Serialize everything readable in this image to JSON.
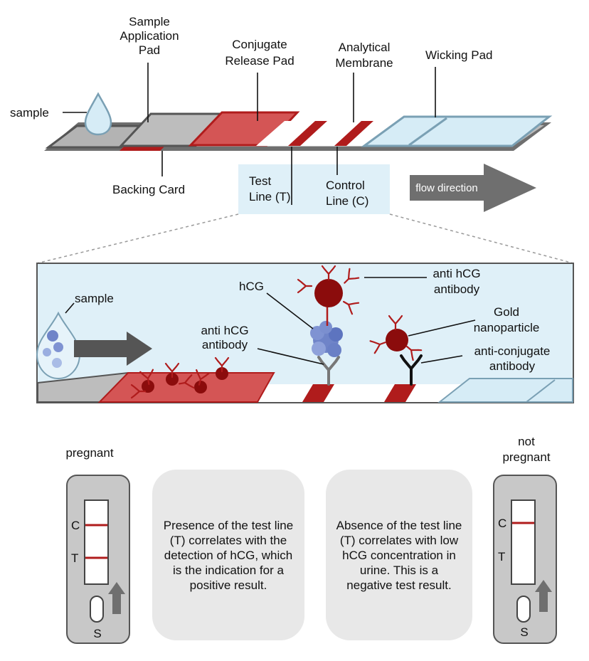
{
  "strip_labels": {
    "sample": "sample",
    "sample_pad": [
      "Sample",
      "Application",
      "Pad"
    ],
    "conjugate_pad": [
      "Conjugate",
      "Release Pad"
    ],
    "membrane": [
      "Analytical",
      "Membrane"
    ],
    "wicking_pad": "Wicking Pad",
    "backing_card": "Backing Card",
    "test_line": [
      "Test",
      "Line (T)"
    ],
    "control_line": [
      "Control",
      "Line (C)"
    ],
    "flow_direction": "flow direction"
  },
  "zoom_labels": {
    "sample": "sample",
    "hcg": "hCG",
    "anti_hcg_left": [
      "anti hCG",
      "antibody"
    ],
    "anti_hcg_right": [
      "anti hCG",
      "antibody"
    ],
    "gold": [
      "Gold",
      "nanoparticle"
    ],
    "anti_conjugate": [
      "anti-conjugate",
      "antibody"
    ]
  },
  "results": {
    "pregnant_title": "pregnant",
    "not_pregnant_title": [
      "not",
      "pregnant"
    ],
    "c": "C",
    "t": "T",
    "s": "S",
    "positive_text": "Presence of the test line (T) correlates with the detection of hCG, which is the indication for a positive result.",
    "negative_text": "Absence of the test line (T) correlates with low hCG concentration in urine. This is a negative test result."
  },
  "colors": {
    "line_red": "#b01c1c",
    "pad_red": "#d45555",
    "zoom_bg": "#dff0f8",
    "wick_blue": "#d6ecf6",
    "gold": "#8b0c0c",
    "gray": "#6f6f6f"
  }
}
